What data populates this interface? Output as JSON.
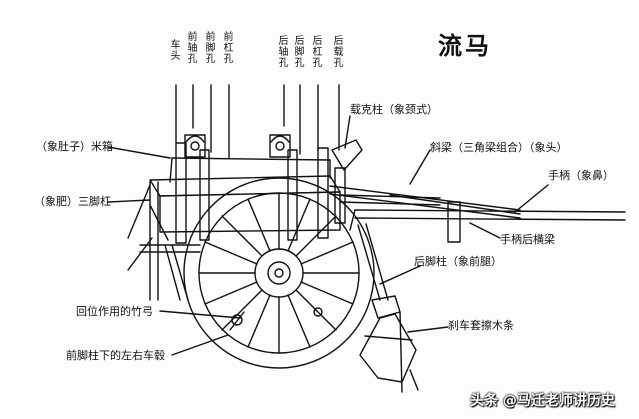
{
  "title": "流马",
  "vertical_labels": {
    "che_tou": "车头",
    "qian_zhou_kong": "前轴孔",
    "qian_jiao_kong": "前脚孔",
    "qian_gang_kong": "前杠孔",
    "hou_zhou_kong": "后轴孔",
    "hou_jiao_kong": "后脚孔",
    "hou_gang_kong": "后杠孔",
    "hou_zai_kong": "后载孔"
  },
  "labels": {
    "zaike_zhu": "载克柱（象颈式）",
    "mi_xiang": "（象肚子）米箱",
    "sanjiao_gang": "（象肥）三脚杠",
    "xie_liang": "斜梁（三角梁组合）（象头）",
    "shou_bing": "手柄（象鼻）",
    "heng_liang": "手柄后横梁",
    "hou_jiao_zhu": "后脚柱（象前腿）",
    "sha_che": "刹车套擦木条",
    "hui_wei": "回位作用的竹弓",
    "che_gu": "前脚柱下的左右车毂"
  },
  "watermark": "头条 @马迁老师讲历史"
}
